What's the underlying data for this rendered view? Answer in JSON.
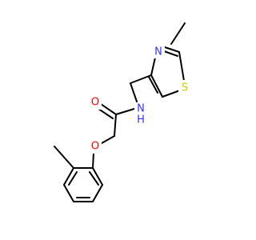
{
  "atoms": {
    "N_thiazole": {
      "label": "N",
      "color": "#3333ff"
    },
    "S_thiazole": {
      "label": "S",
      "color": "#cccc00"
    },
    "N_amide": {
      "label": "N",
      "color": "#3333ff"
    },
    "H_amide": {
      "label": "H",
      "color": "#3333ff"
    },
    "O_carbonyl": {
      "label": "O",
      "color": "#ff0000"
    },
    "O_ether": {
      "label": "O",
      "color": "#ff0000"
    }
  },
  "colors": {
    "bond": "#000000",
    "background": "#ffffff"
  }
}
